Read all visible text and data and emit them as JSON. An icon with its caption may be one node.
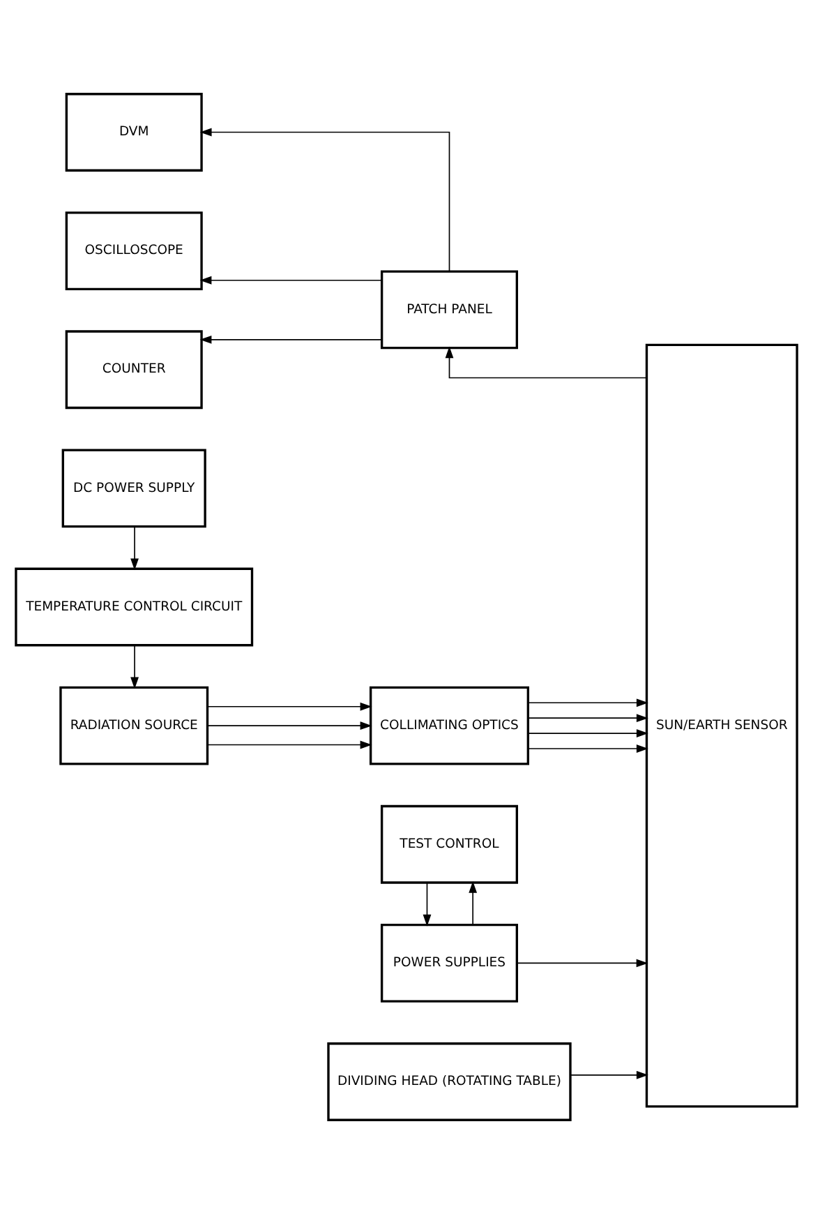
{
  "diagram": {
    "nodes": [
      {
        "text": [
          "RADIATION SOURCE"
        ]
      },
      {
        "text": [
          "COLLIMATING OPTICS"
        ]
      },
      {
        "text": [
          "SUN/EARTH SENSOR"
        ]
      },
      {
        "text": [
          "TEMPERATURE CONTROL CIRCUIT"
        ]
      },
      {
        "text": [
          "TEST CONTROL"
        ]
      },
      {
        "text": [
          "DC POWER SUPPLY"
        ]
      },
      {
        "text": [
          "POWER SUPPLIES"
        ]
      },
      {
        "text": [
          "DVM"
        ]
      },
      {
        "text": [
          "DIVIDING HEAD (ROTATING TABLE)"
        ]
      },
      {
        "text": [
          "OSCILLOSCOPE"
        ]
      },
      {
        "text": [
          "PATCH PANEL"
        ]
      },
      {
        "text": [
          "COUNTER"
        ]
      }
    ],
    "edges": [
      {
        "from": 0,
        "to": 1,
        "arrow": "to"
      },
      {
        "from": 0,
        "to": 1,
        "arrow": "to"
      },
      {
        "from": 0,
        "to": 1,
        "arrow": "to"
      },
      {
        "from": 1,
        "to": 2,
        "arrow": "to"
      },
      {
        "from": 1,
        "to": 2,
        "arrow": "to"
      },
      {
        "from": 1,
        "to": 2,
        "arrow": "to"
      },
      {
        "from": 1,
        "to": 2,
        "arrow": "to"
      },
      {
        "from": 3,
        "to": 0,
        "arrow": "to"
      },
      {
        "from": 5,
        "to": 3,
        "arrow": "to"
      },
      {
        "from": 4,
        "to": 6,
        "arrow": "to"
      },
      {
        "from": 6,
        "to": 4,
        "arrow": "to"
      },
      {
        "from": 6,
        "to": 2,
        "arrow": "to"
      },
      {
        "from": 8,
        "to": 2,
        "arrow": "to"
      },
      {
        "from": 2,
        "to": 10,
        "arrow": "to"
      },
      {
        "from": 10,
        "to": 7,
        "arrow": "to"
      },
      {
        "from": 10,
        "to": 9,
        "arrow": "to"
      },
      {
        "from": 10,
        "to": 11,
        "arrow": "to"
      }
    ]
  }
}
